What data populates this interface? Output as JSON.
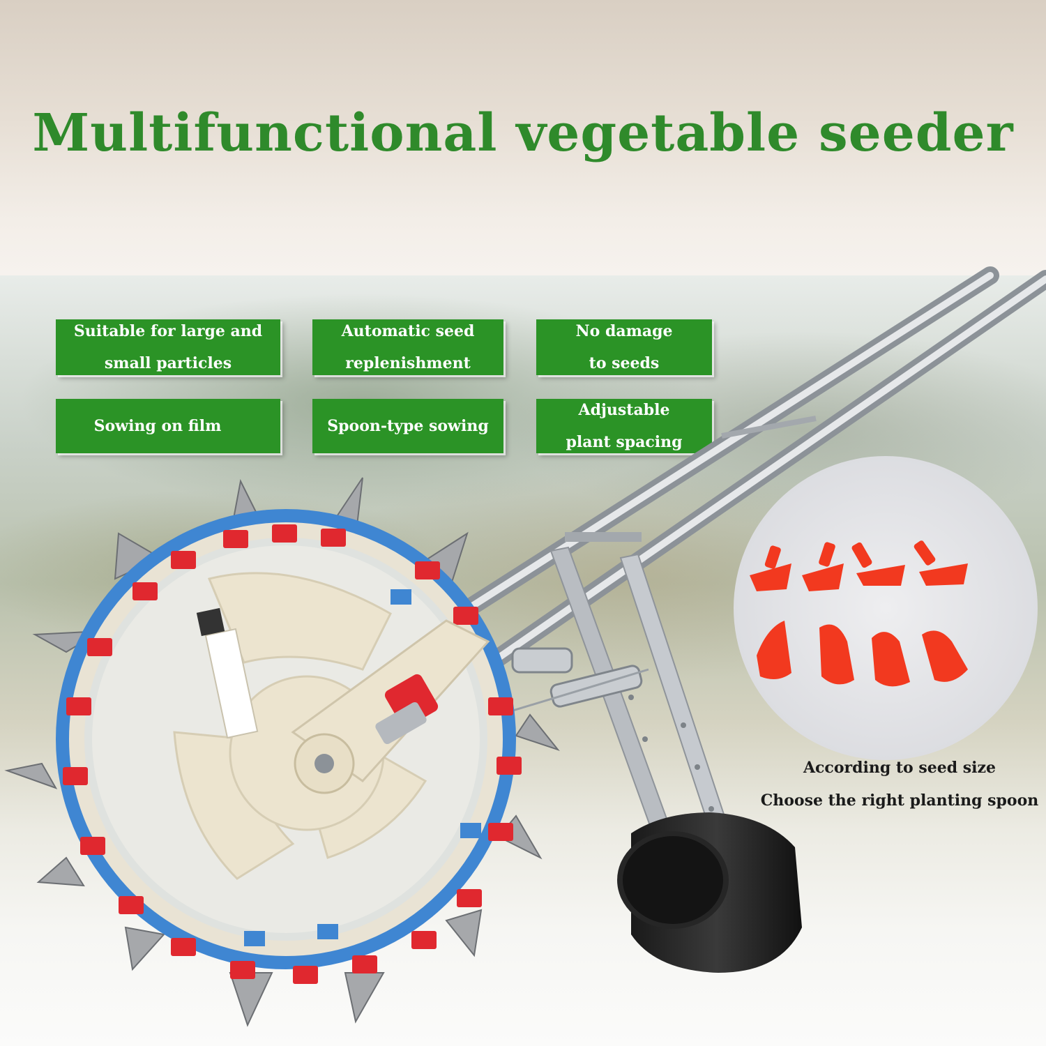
{
  "title": "Multifunctional vegetable seeder",
  "features": [
    {
      "line1": "Suitable for large and",
      "line2": "small particles"
    },
    {
      "line1": "Automatic seed",
      "line2": "replenishment"
    },
    {
      "line1": "No damage",
      "line2": "to seeds"
    },
    {
      "line1": "Sowing on film",
      "line2": ""
    },
    {
      "line1": "Spoon-type sowing",
      "line2": ""
    },
    {
      "line1": "Adjustable",
      "line2": "plant spacing"
    }
  ],
  "caption": {
    "line1": "According to seed size",
    "line2": "Choose the right planting spoon"
  },
  "colors": {
    "title_green": "#2f8a2b",
    "badge_green": "#2b9326",
    "wheel_blue": "#3f86d2",
    "clip_red": "#e0282f",
    "spoon_red": "#f2391f"
  }
}
